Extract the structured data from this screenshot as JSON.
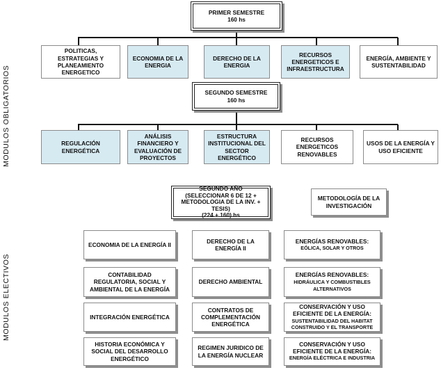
{
  "side_labels": {
    "mandatory": "MODULOS OBLIGATORIOS",
    "elective": "MODULOS ELECTIVOS"
  },
  "first_semester": {
    "title": "PRIMER SEMESTRE",
    "hours": "160 hs",
    "modules": [
      "POLITICAS, ESTRATEGIAS Y PLANEAMIENTO ENERGETICO",
      "ECONOMIA DE LA ENERGIA",
      "DERECHO DE LA ENERGIA",
      "RECURSOS ENERGETICOS E INFRAESTRUCTURA",
      "ENERGÍA, AMBIENTE Y SUSTENTABILIDAD"
    ]
  },
  "second_semester": {
    "title": "SEGUNDO SEMESTRE",
    "hours": "160 hs",
    "modules": [
      "REGULACIÓN ENERGÉTICA",
      "ANÁLISIS FINANCIERO Y EVALUACIÓN DE PROYECTOS",
      "ESTRUCTURA INSTITUCIONAL DEL SECTOR ENERGÉTICO",
      "RECURSOS ENERGETICOS RENOVABLES",
      "USOS DE LA ENERGÍA Y USO EFICIENTE"
    ]
  },
  "second_year": {
    "title": "SEGUNDO AÑO",
    "line2": "(SELECCIONAR 6 DE 12 +",
    "line3": "METODOLOGIA DE LA INV. + TESIS)",
    "hours": "(224 + 160) hs"
  },
  "methodology": "METODOLOGÍA DE LA INVESTIGACIÓN",
  "electives": [
    {
      "title": "ECONOMIA DE LA ENERGÍA II"
    },
    {
      "title": "DERECHO DE LA ENERGÍA II"
    },
    {
      "title": "ENERGÍAS RENOVABLES:",
      "sub": "EÓLICA, SOLAR Y OTROS"
    },
    {
      "title": "CONTABILIDAD REGULATORIA, SOCIAL Y AMBIENTAL DE LA ENERGÍA"
    },
    {
      "title": "DERECHO AMBIENTAL"
    },
    {
      "title": "ENERGÍAS RENOVABLES:",
      "sub": "HIDRÁULICA Y COMBUSTIBLES ALTERNATIVOS"
    },
    {
      "title": "INTEGRACIÓN ENERGÉTICA"
    },
    {
      "title": "CONTRATOS DE COMPLEMENTACIÓN ENERGÉTICA"
    },
    {
      "title": "CONSERVACIÓN Y USO EFICIENTE DE LA ENERGÍA:",
      "sub": "SUSTENTABILIDAD DEL HABITAT CONSTRUIDO Y EL TRANSPORTE"
    },
    {
      "title": "HISTORIA ECONÓMICA Y SOCIAL DEL DESARROLLO ENERGÉTICO"
    },
    {
      "title": "REGIMEN JURIDICO DE LA ENERGÍA NUCLEAR"
    },
    {
      "title": "CONSERVACIÓN Y USO EFICIENTE DE LA ENERGÍA:",
      "sub": "ENERGÍA ELÉCTRICA E INDUSTRIA"
    }
  ]
}
